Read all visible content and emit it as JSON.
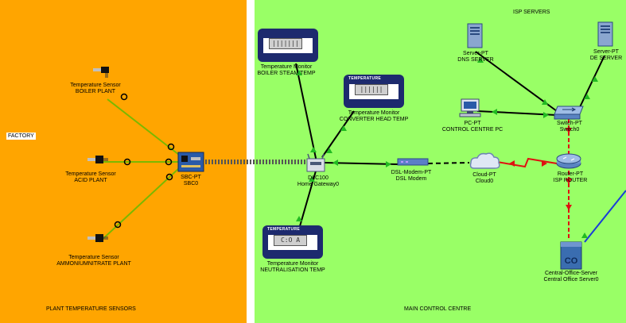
{
  "zones": {
    "factory": {
      "label": "FACTORY",
      "footer": "PLANT TEMPERATURE SENSORS",
      "color": "#ffa500"
    },
    "main": {
      "label": "ISP SERVERS",
      "footer": "MAIN CONTROL CENTRE",
      "color": "#99ff66"
    }
  },
  "sensors": [
    {
      "type": "Temperature Sensor",
      "name": "BOILER PLANT"
    },
    {
      "type": "Temperature Sensor",
      "name": "ACID PLANT"
    },
    {
      "type": "Temperature Sensor",
      "name": "AMMONIUMNITRATE PLANT"
    }
  ],
  "sbc": {
    "type": "SBC-PT",
    "name": "SBC0"
  },
  "monitors": [
    {
      "type": "Temperature Monitor",
      "name": "BOILER STEAM TEMP",
      "reading": "|||||||"
    },
    {
      "type": "Temperature Monitor",
      "name": "CONVERTER HEAD TEMP",
      "reading": "||||||",
      "screen_title": "TEMPERATURE"
    },
    {
      "type": "Temperature Monitor",
      "name": "NEUTRALISATION TEMP",
      "reading": "C:O A",
      "screen_title": "TEMPERATURE"
    }
  ],
  "gateway": {
    "type": "DLC100",
    "name": "Home Gateway0"
  },
  "modem": {
    "type": "DSL-Modem-PT",
    "name": "DSL Modem"
  },
  "cloud": {
    "type": "Cloud-PT",
    "name": "Cloud0"
  },
  "router": {
    "type": "Router-PT",
    "name": "ISP ROUTER"
  },
  "switch": {
    "type": "Switch-PT",
    "name": "Switch0"
  },
  "pc": {
    "type": "PC-PT",
    "name": "CONTROL CENTRE PC"
  },
  "servers": [
    {
      "type": "Server-PT",
      "name": "DNS SERVER"
    },
    {
      "type": "Server-PT",
      "name": "DE SERVER"
    }
  ],
  "central_office": {
    "type": "Central-Office-Server",
    "name": "Central Office Server0",
    "badge": "CO"
  },
  "colors": {
    "wire_green": "#7ab800",
    "wire_black": "#000000",
    "wire_red": "#e01010",
    "wire_blue": "#1a3cd8",
    "link_up": "#22bb22",
    "link_down": "#dd1111"
  }
}
